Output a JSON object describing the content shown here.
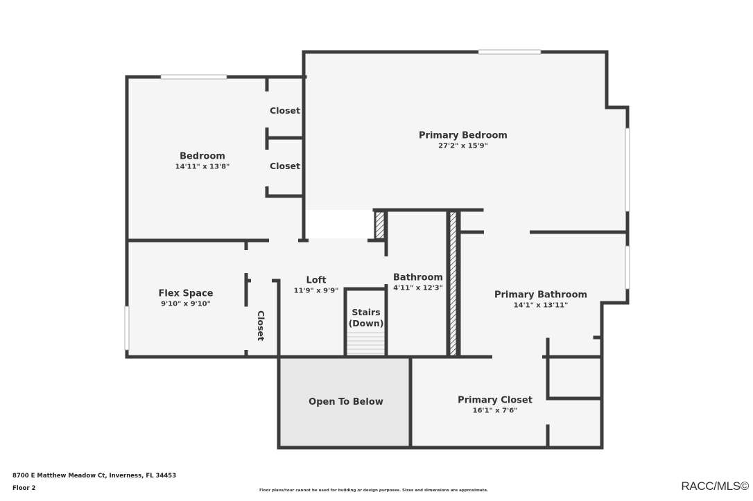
{
  "floorplan": {
    "colors": {
      "wall": "#3c3c3c",
      "room_fill": "#f5f5f5",
      "open_to_below_fill": "#e8e8e8",
      "window": "#ffffff",
      "background": "#ffffff"
    },
    "rooms": [
      {
        "id": "bedroom",
        "name": "Bedroom",
        "dimensions": "14'11\" x 13'8\""
      },
      {
        "id": "closet1",
        "name": "Closet",
        "dimensions": ""
      },
      {
        "id": "closet2",
        "name": "Closet",
        "dimensions": ""
      },
      {
        "id": "primary_bedroom",
        "name": "Primary Bedroom",
        "dimensions": "27'2\" x 15'9\""
      },
      {
        "id": "flex_space",
        "name": "Flex Space",
        "dimensions": "9'10\" x 9'10\""
      },
      {
        "id": "loft",
        "name": "Loft",
        "dimensions": "11'9\" x 9'9\""
      },
      {
        "id": "closet3",
        "name": "Closet",
        "dimensions": ""
      },
      {
        "id": "stairs",
        "name": "Stairs",
        "name_line2": "(Down)",
        "dimensions": ""
      },
      {
        "id": "bathroom",
        "name": "Bathroom",
        "dimensions": "4'11\" x 12'3\""
      },
      {
        "id": "primary_bathroom",
        "name": "Primary Bathroom",
        "dimensions": "14'1\" x 13'11\""
      },
      {
        "id": "open_to_below",
        "name": "Open To Below",
        "dimensions": ""
      },
      {
        "id": "primary_closet",
        "name": "Primary Closet",
        "dimensions": "16'1\" x 7'6\""
      }
    ]
  },
  "footer": {
    "address": "8700 E Matthew Meadow Ct, Inverness, FL 34453",
    "floor": "Floor 2",
    "disclaimer": "Floor plans/tour cannot be used for building or design purposes. Sizes and dimensions are approximate.",
    "logo": "RACC/MLS©"
  }
}
